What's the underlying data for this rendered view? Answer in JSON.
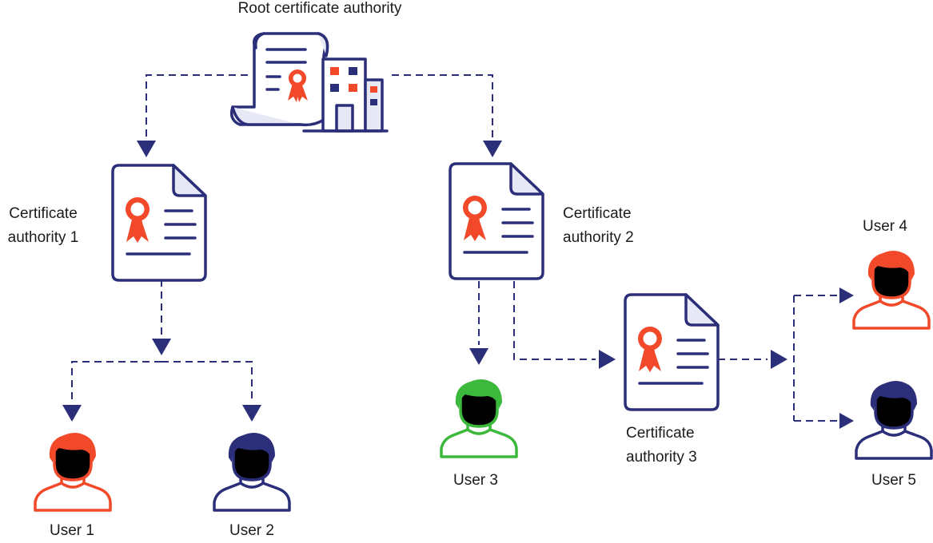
{
  "colors": {
    "navy": "#2b2e78",
    "orange": "#f2492a",
    "green": "#3cb93c",
    "lavender": "#e7e8f5",
    "orange_fill": "#fde8e3",
    "green_fill": "#e8f6e8",
    "text": "#1b1b1b"
  },
  "nodes": {
    "root": {
      "label": "Root certificate authority",
      "icon": "certificate-building-icon"
    },
    "ca1": {
      "label_line1": "Certificate",
      "label_line2": "authority 1",
      "icon": "certificate-document-icon"
    },
    "ca2": {
      "label_line1": "Certificate",
      "label_line2": "authority 2",
      "icon": "certificate-document-icon"
    },
    "ca3": {
      "label_line1": "Certificate",
      "label_line2": "authority 3",
      "icon": "certificate-document-icon"
    },
    "user1": {
      "label": "User 1",
      "icon": "user-icon",
      "color": "orange"
    },
    "user2": {
      "label": "User 2",
      "icon": "user-icon",
      "color": "navy"
    },
    "user3": {
      "label": "User 3",
      "icon": "user-icon",
      "color": "green"
    },
    "user4": {
      "label": "User 4",
      "icon": "user-icon",
      "color": "orange"
    },
    "user5": {
      "label": "User 5",
      "icon": "user-icon",
      "color": "navy"
    }
  },
  "edges": [
    {
      "from": "Root certificate authority",
      "to": "Certificate authority 1"
    },
    {
      "from": "Root certificate authority",
      "to": "Certificate authority 2"
    },
    {
      "from": "Certificate authority 1",
      "to": "User 1"
    },
    {
      "from": "Certificate authority 1",
      "to": "User 2"
    },
    {
      "from": "Certificate authority 2",
      "to": "User 3"
    },
    {
      "from": "Certificate authority 2",
      "to": "Certificate authority 3"
    },
    {
      "from": "Certificate authority 3",
      "to": "User 4"
    },
    {
      "from": "Certificate authority 3",
      "to": "User 5"
    }
  ]
}
